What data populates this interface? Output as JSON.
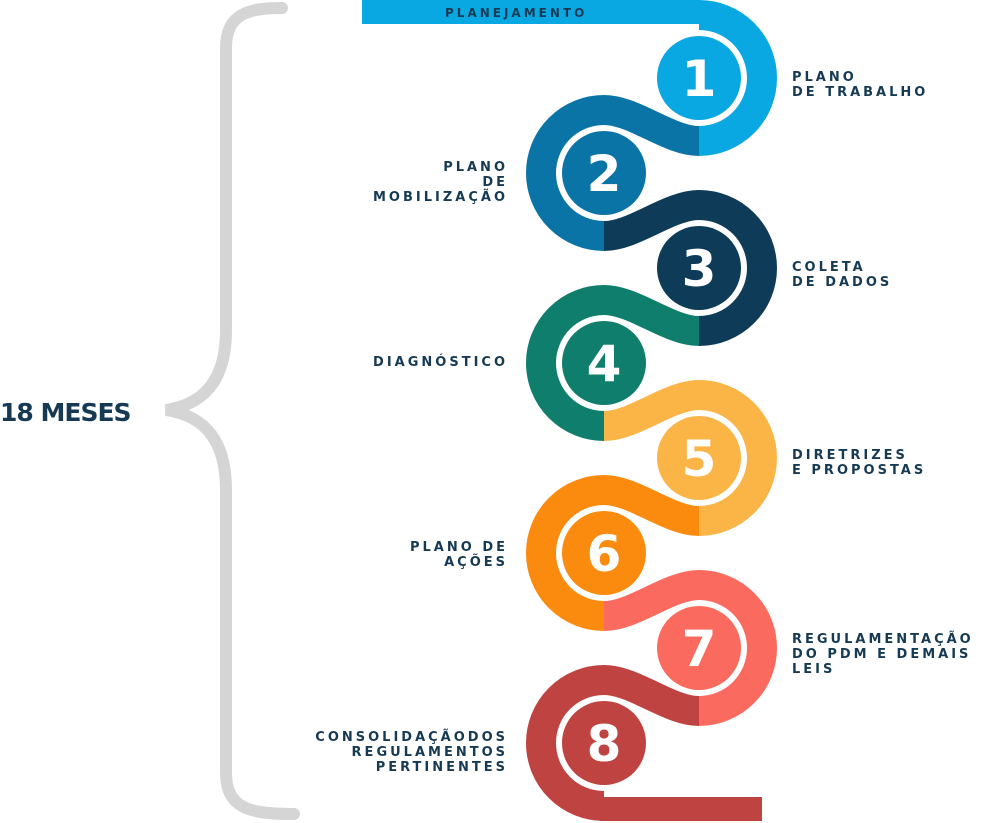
{
  "duration_label": "18 MESES",
  "top_label": "PLANEJAMENTO",
  "steps": [
    {
      "number": "1",
      "lines": [
        "PLANO",
        "DE TRABALHO"
      ],
      "color": "#0aa8e2"
    },
    {
      "number": "2",
      "lines": [
        "PLANO",
        "DE",
        "MOBILIZAÇÃO"
      ],
      "color": "#0a74a6"
    },
    {
      "number": "3",
      "lines": [
        "COLETA",
        "DE DADOS"
      ],
      "color": "#0d3b58"
    },
    {
      "number": "4",
      "lines": [
        "DIAGNÓSTICO"
      ],
      "color": "#0f7e6c"
    },
    {
      "number": "5",
      "lines": [
        "DIRETRIZES",
        "E PROPOSTAS"
      ],
      "color": "#fbb446"
    },
    {
      "number": "6",
      "lines": [
        "PLANO DE",
        "AÇÕES"
      ],
      "color": "#fb8b0e"
    },
    {
      "number": "7",
      "lines": [
        "REGULAMENTAÇÃO",
        "DO PDM E DEMAIS",
        "LEIS"
      ],
      "color": "#fb6a5e"
    },
    {
      "number": "8",
      "lines": [
        "CONSOLIDAÇÃODOS",
        "REGULAMENTOS",
        "PERTINENTES"
      ],
      "color": "#bf4340"
    }
  ],
  "colors": {
    "brace": "#d5d5d5",
    "text": "#163a54",
    "numeral": "#ffffff"
  }
}
